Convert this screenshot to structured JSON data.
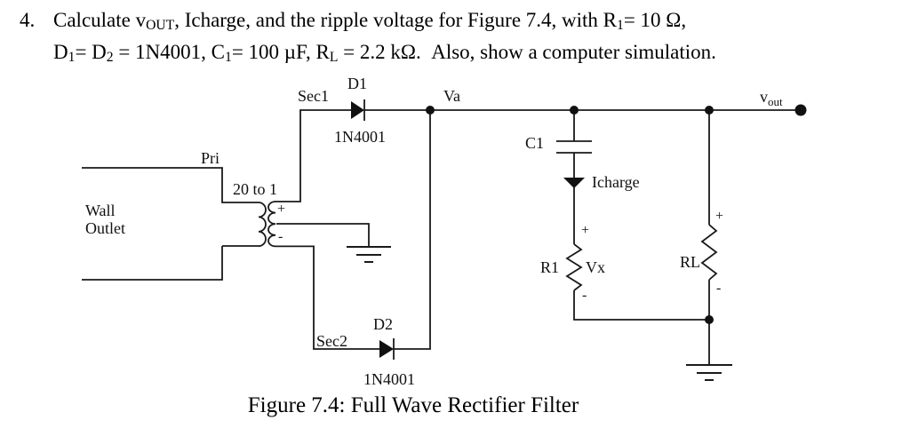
{
  "problem": {
    "number": "4.",
    "line1_parts": {
      "a": "Calculate v",
      "b": "OUT",
      "c": ", Icharge, and the ripple voltage for Figure 7.4, with R",
      "d": "1",
      "e": "= 10 Ω,"
    },
    "line2_parts": {
      "a": "D",
      "b": "1",
      "c": "= D",
      "d": "2",
      "e": " = 1N4001, C",
      "f": "1",
      "g": "= 100 µF, R",
      "h": "L",
      "i": " = 2.2 kΩ.  Also, show a computer simulation."
    }
  },
  "circuit": {
    "transformer": {
      "ratio_label": "20 to 1",
      "primary_label": "Pri",
      "source_label_line1": "Wall",
      "source_label_line2": "Outlet",
      "sec_plus": "+",
      "sec_minus": "-"
    },
    "nodes": {
      "sec1": "Sec1",
      "sec2": "Sec2",
      "va": "Va",
      "vout_main": "v",
      "vout_sub": "out"
    },
    "diodes": {
      "d1_name": "D1",
      "d1_part": "1N4001",
      "d2_name": "D2",
      "d2_part": "1N4001"
    },
    "capacitor": {
      "name": "C1",
      "current_label": "Icharge"
    },
    "resistors": {
      "r1_name": "R1",
      "r1_voltage": "Vx",
      "r1_plus": "+",
      "r1_minus": "-",
      "rl_name": "RL",
      "rl_plus": "+",
      "rl_minus": "-"
    }
  },
  "caption": "Figure 7.4: Full Wave Rectifier Filter",
  "colors": {
    "ink": "#111111",
    "background": "#ffffff"
  }
}
